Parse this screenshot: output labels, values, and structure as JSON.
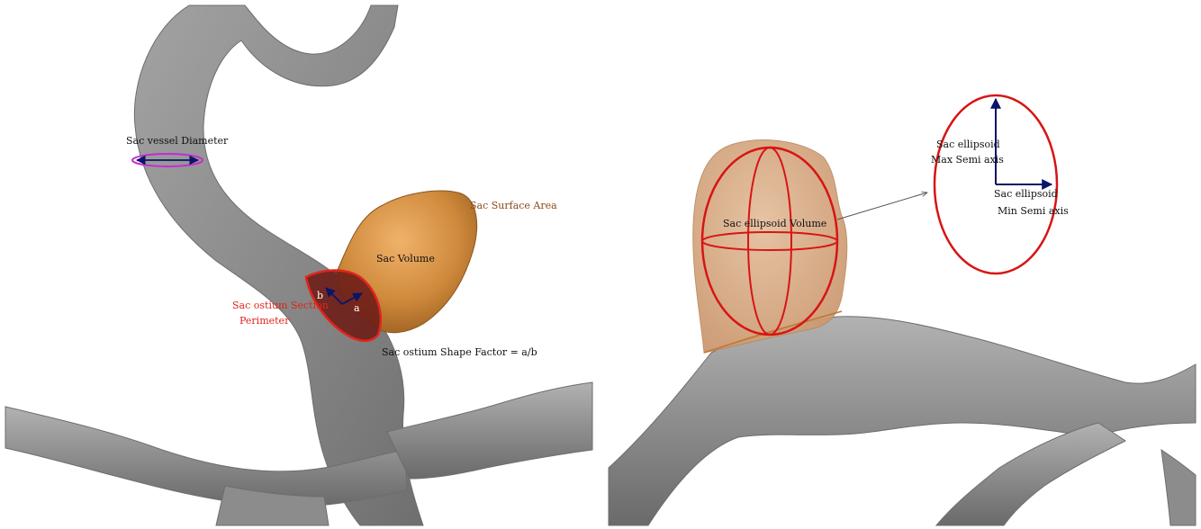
{
  "colors": {
    "vessel": "#8c8c8c",
    "vessel_light": "#b4b4b4",
    "sac": "#c07a2e",
    "sac_light": "#e9a85a",
    "ostium": "#6e1e18",
    "red_line": "#d81414",
    "magenta": "#c42ad6",
    "arrow": "#0b1466",
    "translucent_sac": "#d9ad86",
    "surface_area_label": "#8a4a1c",
    "perimeter_label": "#e0241c"
  },
  "left_panel": {
    "vessel_diameter_label": "Sac vessel Diameter",
    "surface_area_label": "Sac Surface Area",
    "volume_label": "Sac Volume",
    "ostium_perimeter_line1": "Sac ostium Section",
    "ostium_perimeter_line2": "Perimeter",
    "axis_a": "a",
    "axis_b": "b",
    "shape_factor_label": "Sac ostium Shape Factor = a/b"
  },
  "right_panel": {
    "ellipsoid_volume_label": "Sac ellipsoid Volume",
    "max_axis_line1": "Sac ellipsoid",
    "max_axis_line2": "Max Semi axis",
    "min_axis_line1": "Sac ellipsoid",
    "min_axis_line2": "Min Semi axis"
  }
}
